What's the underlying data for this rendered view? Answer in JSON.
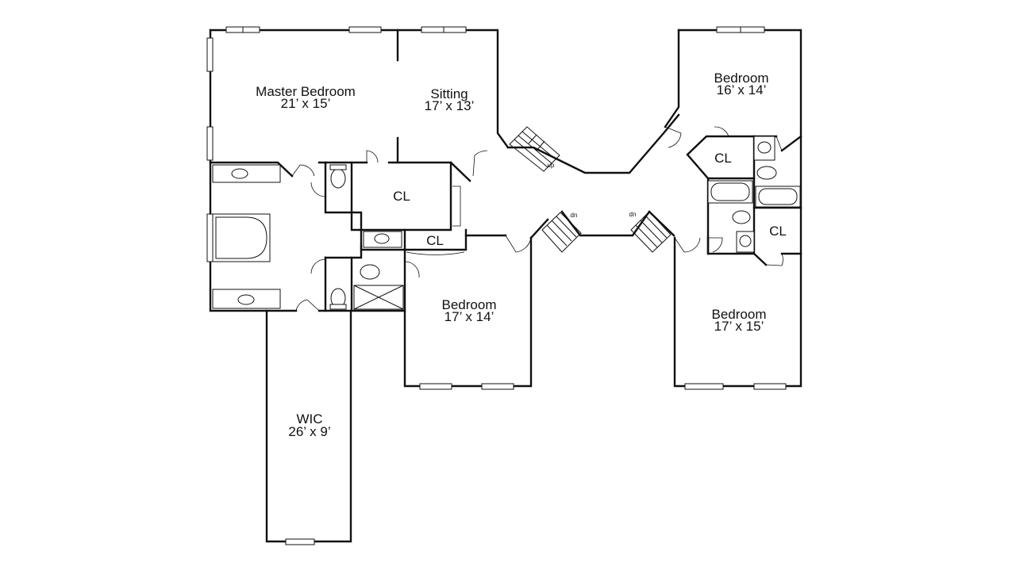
{
  "rooms": {
    "master_bedroom": {
      "name": "Master Bedroom",
      "size": "21’ x 15’"
    },
    "sitting": {
      "name": "Sitting",
      "size": "17’ x 13’"
    },
    "bedroom_ne": {
      "name": "Bedroom",
      "size": "16’ x 14’"
    },
    "bedroom_center": {
      "name": "Bedroom",
      "size": "17’ x 14’"
    },
    "bedroom_se": {
      "name": "Bedroom",
      "size": "17’ x 15’"
    },
    "wic": {
      "name": "WIC",
      "size": "26’ x 9’"
    },
    "closet_master": {
      "name": "CL"
    },
    "closet_center": {
      "name": "CL"
    },
    "closet_ne": {
      "name": "CL"
    },
    "closet_se": {
      "name": "CL"
    }
  },
  "stairs": {
    "up": "up",
    "down_left": "dn",
    "down_right": "dn"
  }
}
